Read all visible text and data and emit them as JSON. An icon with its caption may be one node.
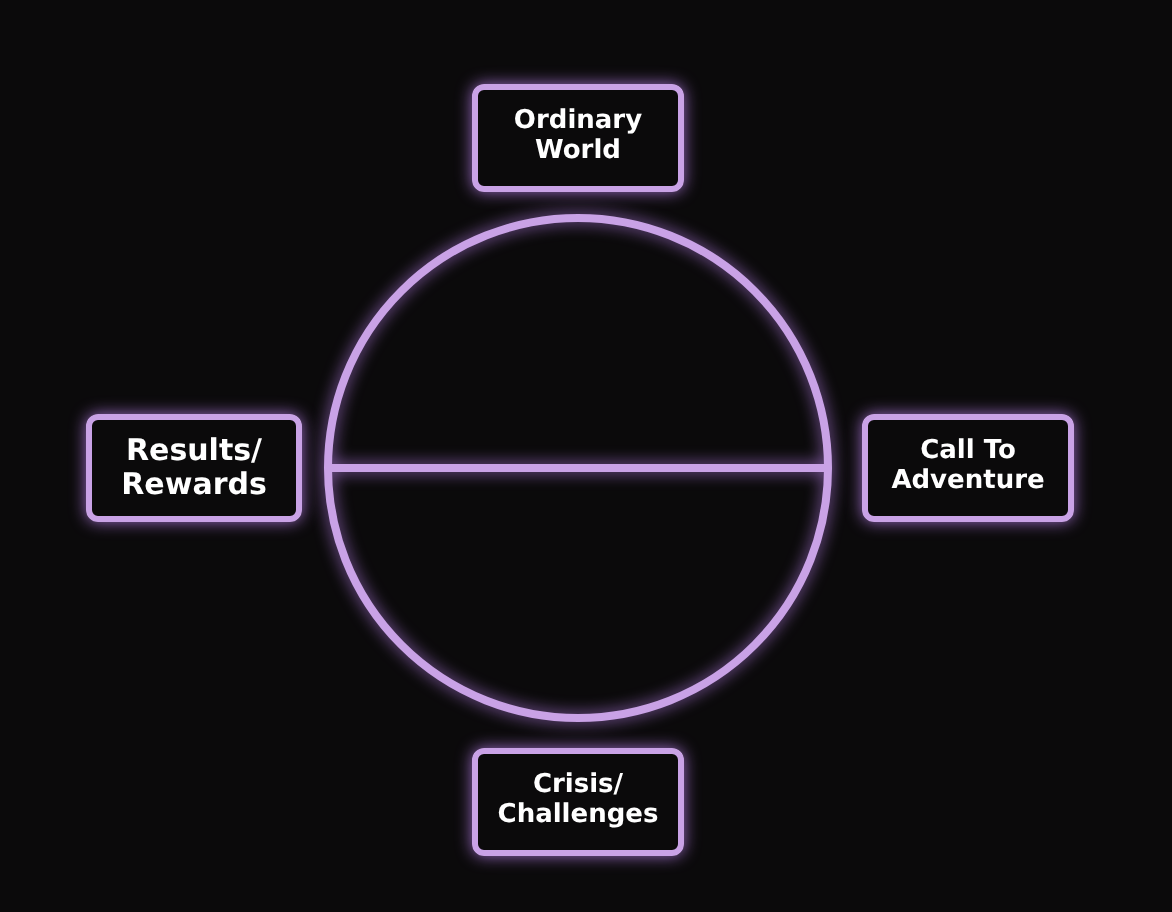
{
  "diagram": {
    "nodes": [
      {
        "text": [
          "Ordinary World"
        ]
      },
      {
        "text": [
          "Results/ Rewards"
        ]
      },
      {
        "text": [
          "Call To Adventure"
        ]
      },
      {
        "text": [
          "Crisis/ Challenges"
        ]
      }
    ]
  }
}
